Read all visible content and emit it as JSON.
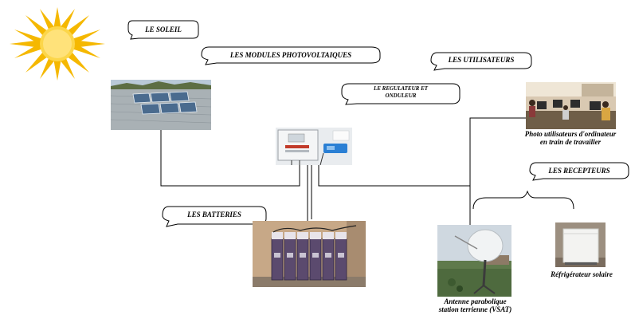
{
  "callouts": {
    "soleil": "LE SOLEIL",
    "modules": "LES MODULES PHOTOVOLTAIQUES",
    "regulateur": "LE REGULATEUR ET ONDULEUR",
    "utilisateurs": "LES UTILISATEURS",
    "recepteurs": "LES RECEPTEURS",
    "batteries": "LES BATTERIES"
  },
  "captions": {
    "utilisateurs": "Photo utilisateurs d'ordinateur en train de travailler",
    "antenne": "Antenne parabolique station terrienne (VSAT)",
    "refrigerateur": "Réfrigérateur solaire"
  },
  "icons": {
    "sun": "sun-icon",
    "panels": "solar-panels-photo",
    "regulator": "regulator-inverter-photo",
    "batteries": "batteries-photo",
    "users": "computer-users-photo",
    "antenna": "vsat-antenna-photo",
    "fridge": "solar-fridge-photo"
  },
  "colors": {
    "sun": "#f7c31a",
    "wire": "#000000",
    "inverter": "#2a7fd4"
  }
}
